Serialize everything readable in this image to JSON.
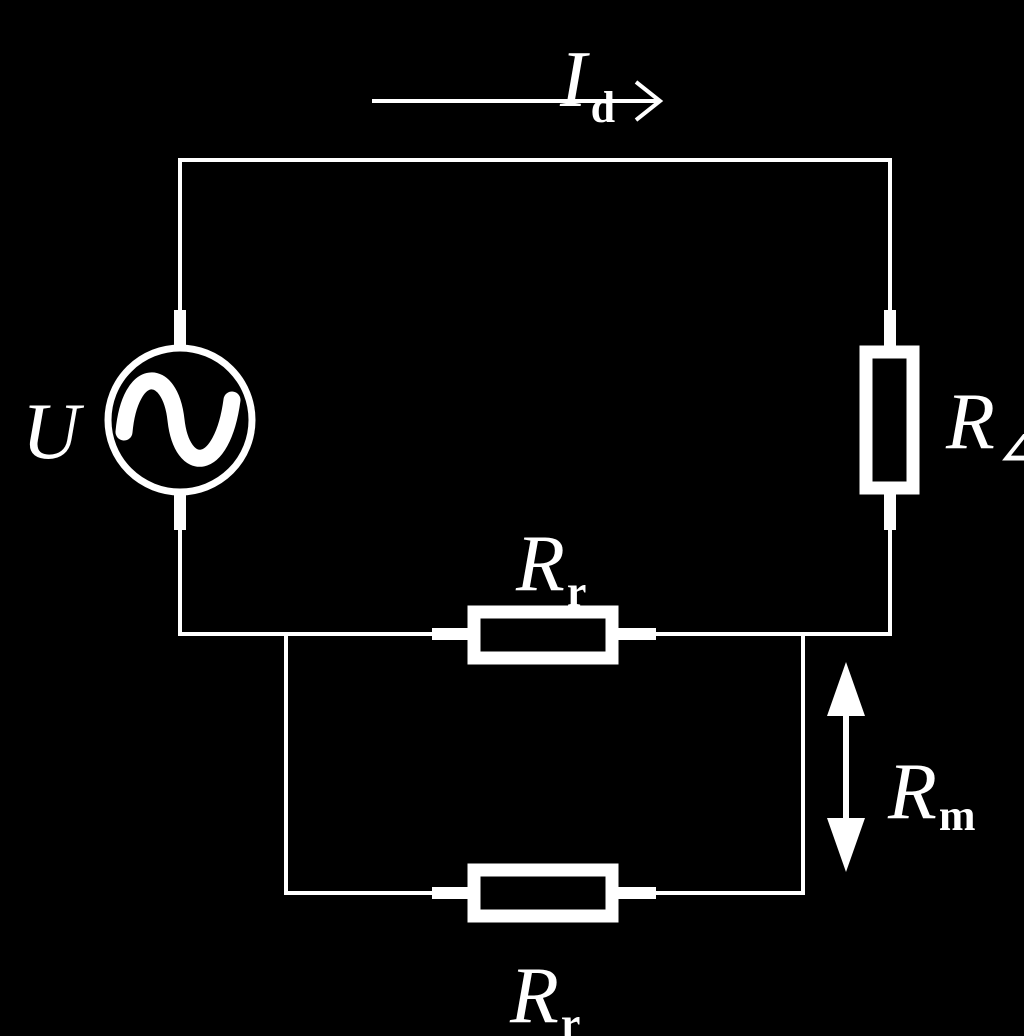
{
  "colors": {
    "background": "#000000",
    "foreground": "#ffffff"
  },
  "labels": {
    "current_main": "I",
    "current_sub": "d",
    "source": "U",
    "load_main": "R",
    "load_sub": "∠",
    "series_main": "R",
    "series_sub": "r",
    "parallel_main": "R",
    "parallel_sub": "r",
    "distance_main": "R",
    "distance_sub": "m"
  },
  "icons": {
    "source": "ac-source-icon",
    "resistor": "resistor-icon",
    "arrow": "arrow-icon"
  }
}
